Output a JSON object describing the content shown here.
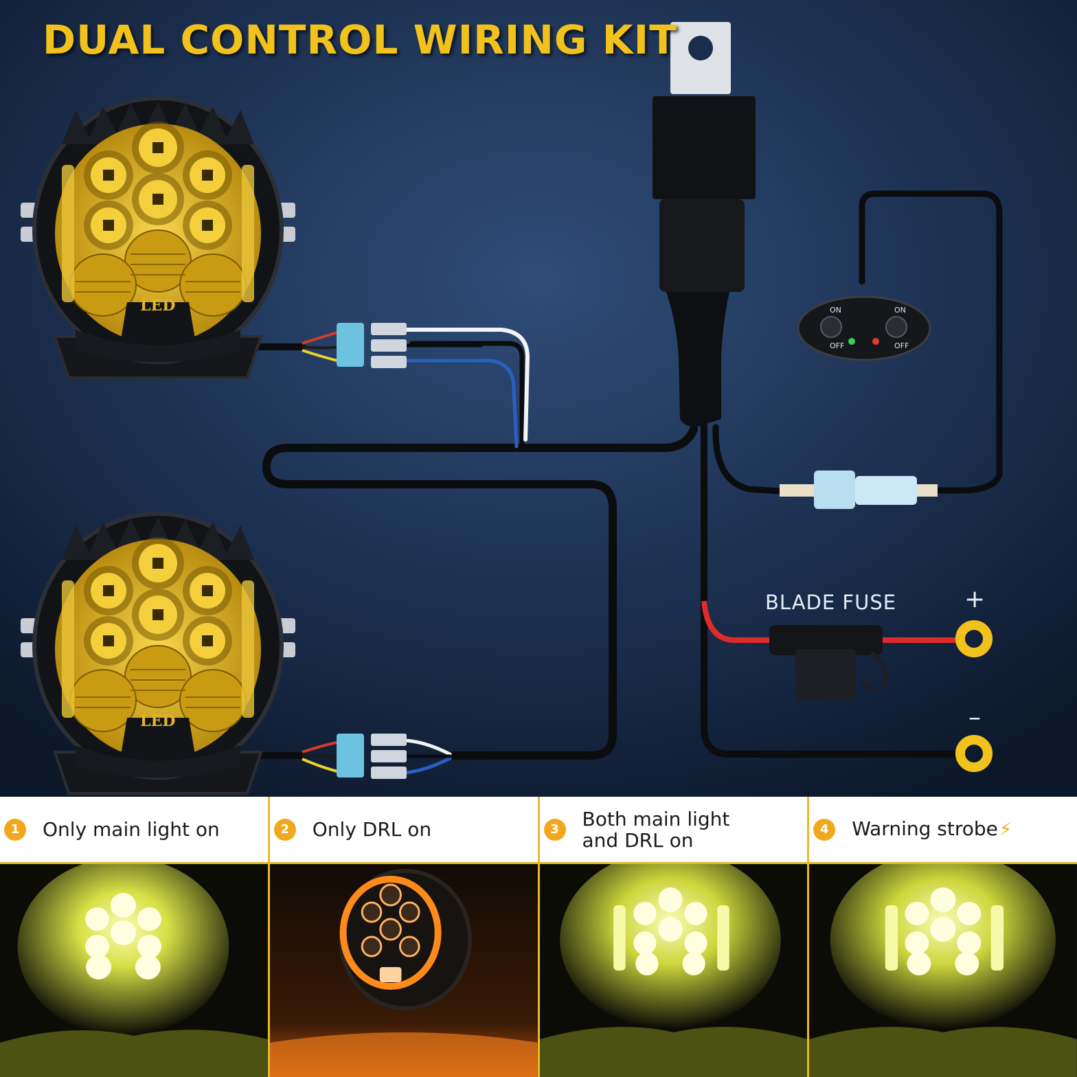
{
  "title": "DUAL CONTROL WIRING KIT",
  "fuse": {
    "label": "BLADE FUSE",
    "plus": "+",
    "minus": "–"
  },
  "lamp": {
    "label": "LED"
  },
  "switch": {
    "on": "ON",
    "off": "OFF"
  },
  "modes": [
    {
      "num": "1",
      "label": "Only main light on"
    },
    {
      "num": "2",
      "label": "Only DRL on"
    },
    {
      "num": "3",
      "label": "Both main light and DRL on"
    },
    {
      "num": "4",
      "label": "Warning strobe"
    }
  ],
  "colors": {
    "accent": "#f2c21c",
    "badge": "#f2a81d",
    "background": "#0f1d33",
    "lens": "#d8b326",
    "drl": "#ff8a1c",
    "main_beam": "#f1f07a"
  }
}
